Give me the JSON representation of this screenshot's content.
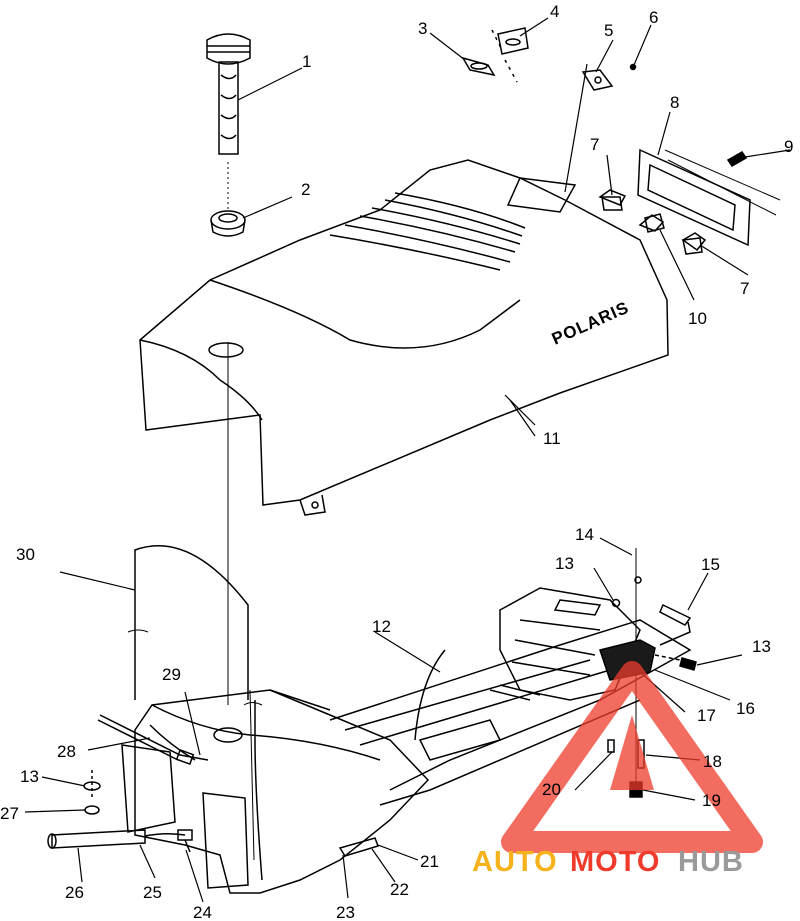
{
  "diagram": {
    "brand_text": "POLARIS",
    "callouts": [
      "1",
      "2",
      "3",
      "4",
      "5",
      "6",
      "7",
      "8",
      "9",
      "10",
      "11",
      "12",
      "13",
      "14",
      "15",
      "16",
      "17",
      "18",
      "19",
      "20",
      "21",
      "22",
      "23",
      "24",
      "25",
      "26",
      "27",
      "28",
      "29",
      "30"
    ],
    "repeat_labels": {
      "c7b": "7",
      "c13b": "13",
      "c13c": "13"
    }
  },
  "watermark": {
    "auto": "AUTO",
    "moto": "MOTO",
    "hub": "HUB",
    "colors": {
      "auto": "#f5b21b",
      "moto": "#ef3b2c",
      "hub": "#9a9a9a",
      "triangle": "#ef3b2c"
    }
  }
}
